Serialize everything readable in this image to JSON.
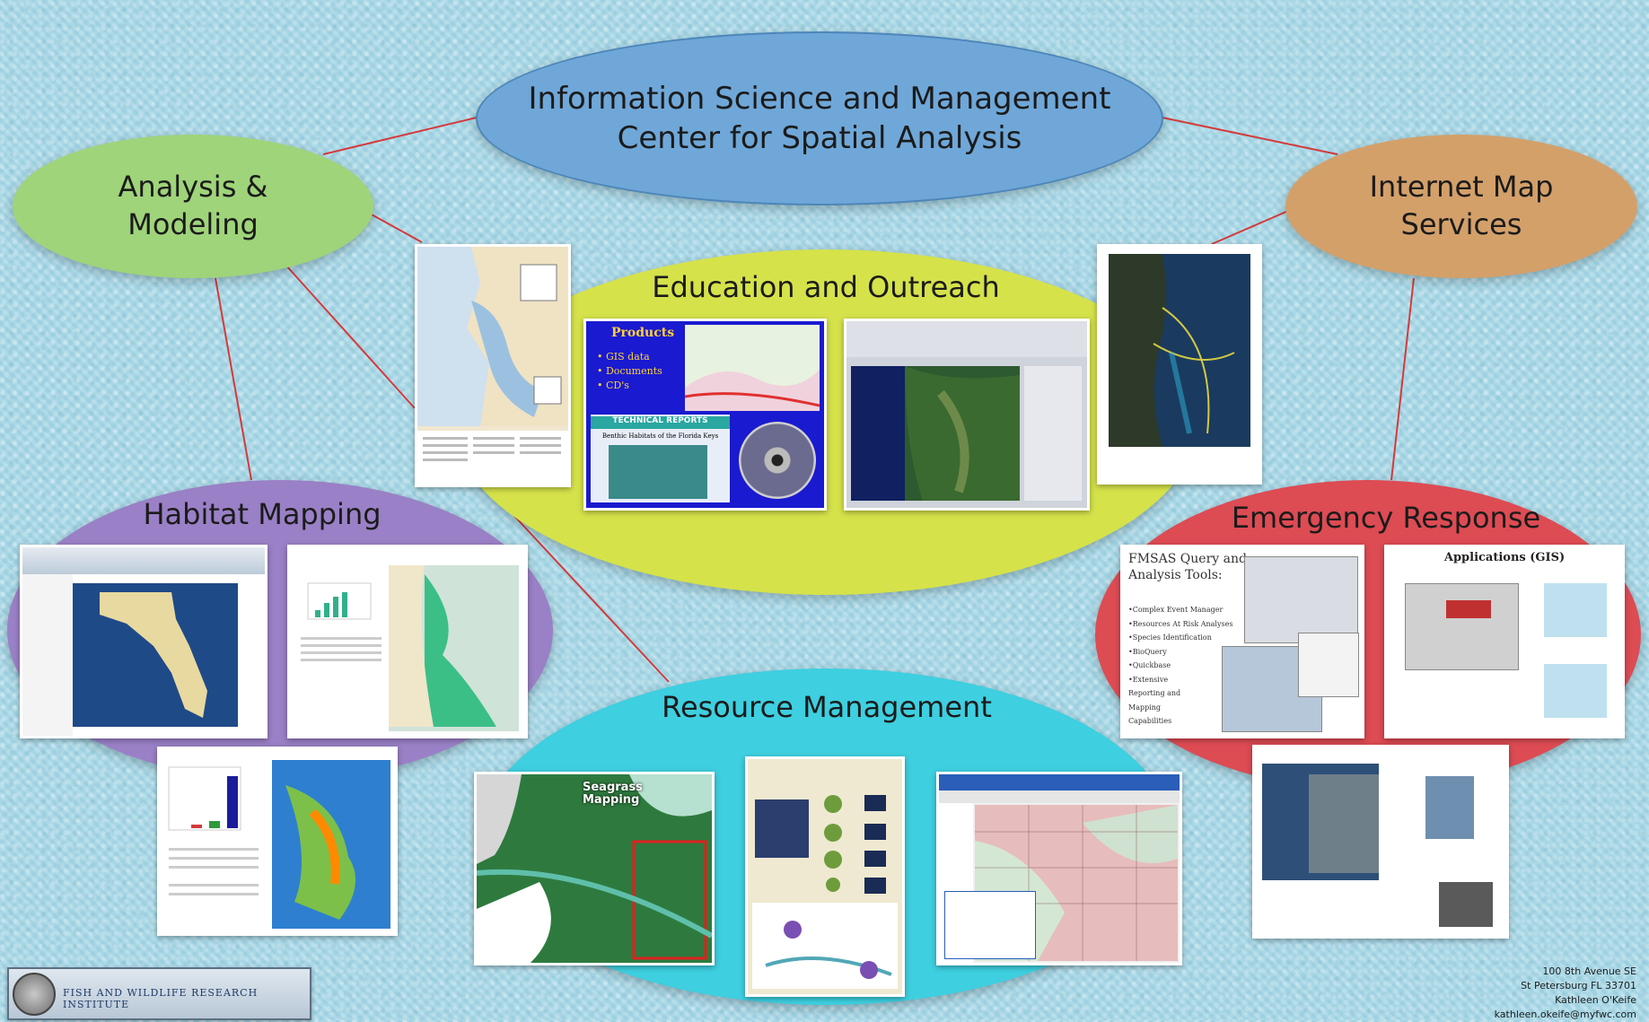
{
  "nodes": {
    "info_science": {
      "line1": "Information Science and Management",
      "line2": "Center for Spatial Analysis",
      "color": "#6fa7d8"
    },
    "analysis": {
      "line1": "Analysis &",
      "line2": "Modeling",
      "color": "#9fd47a"
    },
    "internet": {
      "line1": "Internet Map",
      "line2": "Services",
      "color": "#d3a06a"
    },
    "education": {
      "label": "Education and Outreach",
      "color": "#d5e24a"
    },
    "habitat": {
      "label": "Habitat Mapping",
      "color": "#9a80c6"
    },
    "emergency": {
      "label": "Emergency Response",
      "color": "#dd4b53"
    },
    "resource": {
      "label": "Resource Management",
      "color": "#3ecfe0"
    }
  },
  "connector_color": "#d43a3a",
  "products_panel": {
    "title": "Products",
    "bullets": [
      "• GIS data",
      "• Documents",
      "• CD's"
    ],
    "tech_reports": "TECHNICAL REPORTS",
    "tech_subtitle": "Benthic Habitats of the Florida Keys"
  },
  "fmsas_panel": {
    "title1": "FMSAS Query and",
    "title2": "Analysis Tools:",
    "items": [
      "•Complex Event Manager",
      "•Resources At Risk Analyses",
      "•Species Identification",
      "•BioQuery",
      "•Quickbase",
      "•Extensive",
      "Reporting and",
      "Mapping",
      "Capabilities"
    ]
  },
  "applications_panel": {
    "title": "Applications (GIS)"
  },
  "seagrass_label": "Seagrass Mapping",
  "address": {
    "line1": "100 8th Avenue SE",
    "line2": "St Petersburg FL 33701",
    "line3": "Kathleen O'Keife",
    "line4": "kathleen.okeife@myfwc.com"
  },
  "logo_text": "FISH AND WILDLIFE RESEARCH INSTITUTE"
}
